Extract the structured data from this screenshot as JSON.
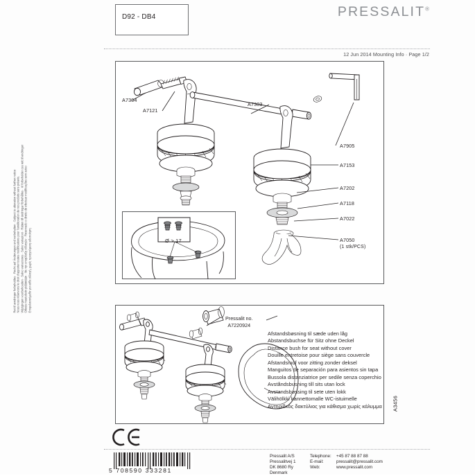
{
  "document": {
    "model_code": "D92 - DB4",
    "brand": "PRESSALIT",
    "brand_registered": "®",
    "date_line": "12 Jun 2014 Mounting Info · Page 1/2",
    "sheet_code": "A3456",
    "side_notice": "Ret til ændringer forbeholdes · Recht auf Änderungen und vorbehalten · Subject to alteration without further notice\nNous nous réservons le droit d'apporter toutes modifications pour l'amélioration de nos produits sans préavis.\nWijzigingen voorbehouden · Salvo variaciones · Salvo variazioni · Rätten till ändringar förbehålles · Vi forbeholder oss rett til endringer\nOikeus muutoksiin pidätetään · Με την επιφύλαξη αλλαγών · Reservado o direito de efectuar modificações sem aviso\nΕπιφυλασσόμεθα για κάθε αλλαγή, χωρίς προηγούμενη ειδοποίηση"
  },
  "main_diagram": {
    "labels": [
      {
        "id": "A7304",
        "text": "A7304"
      },
      {
        "id": "A7121",
        "text": "A7121"
      },
      {
        "id": "A7303",
        "text": "A7303"
      },
      {
        "id": "A7905",
        "text": "A7905"
      },
      {
        "id": "A7153",
        "text": "A7153"
      },
      {
        "id": "A7202",
        "text": "A7202"
      },
      {
        "id": "A7118",
        "text": "A7118"
      },
      {
        "id": "A7022",
        "text": "A7022"
      },
      {
        "id": "A7050",
        "text": "A7050",
        "qty": "(1 stk/PCS)"
      }
    ],
    "inset": {
      "dimension_note": "Ø > 17"
    }
  },
  "lower_diagram": {
    "pressalit_no_label": "Pressalit no.",
    "pressalit_no_value": "A7220924",
    "descriptions": [
      "Afstandsbøsning til sæde uden låg",
      "Abstandsbuchse für Sitz ohne Deckel",
      "Distance bush for seat without cover",
      "Douille entretoise pour siège sans couvercle",
      "Afstandsmof voor zitting zonder deksel",
      "Manguitos de separación para asientos sin tapa",
      "Bussola distanziatrice per sedile senza coperchio",
      "Avståndsbusning till sits utan lock",
      "Avstandsbøssing til sete uten lokk",
      "Välihölkki kannettomalle WC-istuimelle",
      "Αντηρίδκός δακτύλιος για κάθισμα χωρίς κάλυμμα"
    ]
  },
  "footer": {
    "ce_mark": "ce-mark",
    "barcode_number": "5 708590 333281",
    "company": {
      "name": "Pressalit A/S",
      "street": "Pressalitvej 1",
      "city": "DK 8680 Ry",
      "country": "Denmark"
    },
    "contact_labels": {
      "telephone": "Telephone:",
      "email": "E-mail:",
      "web": "Web:"
    },
    "contact_values": {
      "telephone": "+45 87 88 87 88",
      "email": "pressalit@pressalit.com",
      "web": "www.pressalit.com"
    }
  }
}
